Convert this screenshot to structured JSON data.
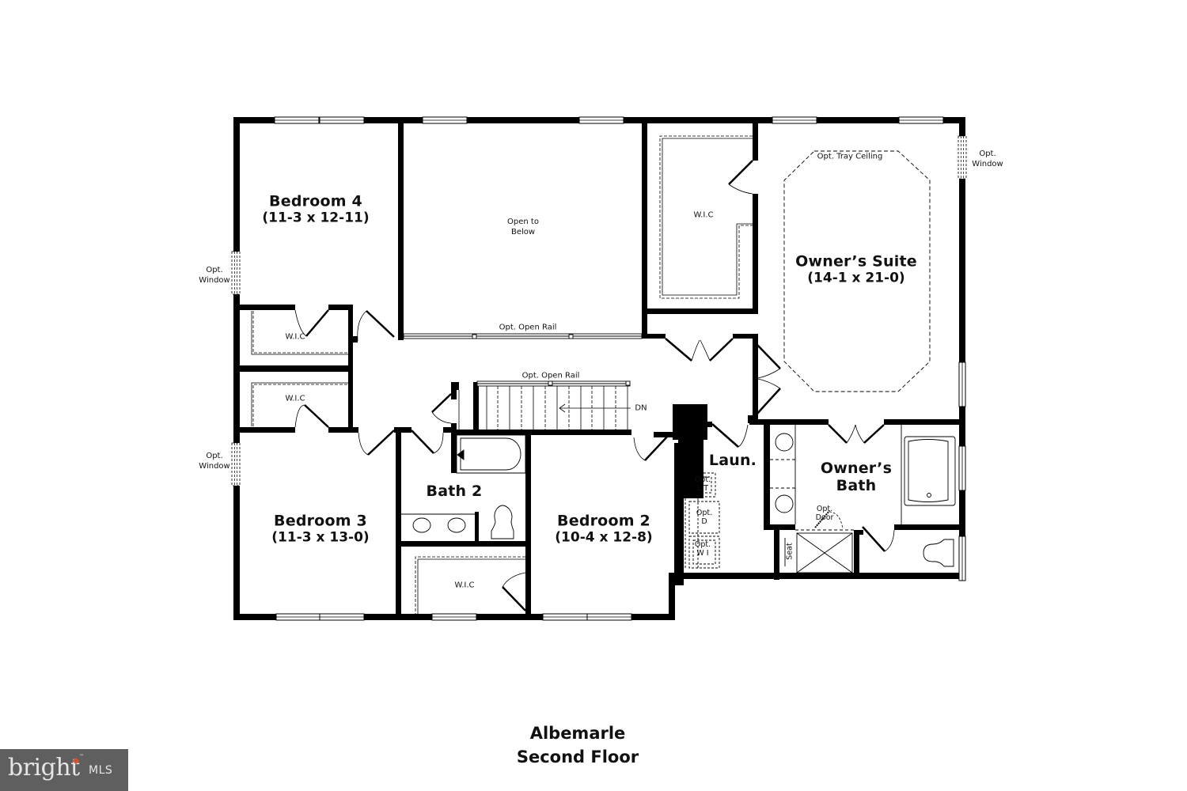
{
  "plan": {
    "model_name": "Albemarle",
    "floor_name": "Second Floor"
  },
  "rooms": {
    "bedroom4": {
      "name": "Bedroom 4",
      "dims": "(11-3 x 12-11)"
    },
    "open_to_below": {
      "line1": "Open to",
      "line2": "Below"
    },
    "owners_suite": {
      "name": "Owner’s Suite",
      "dims": "(14-1 x 21-0)"
    },
    "bedroom3": {
      "name": "Bedroom 3",
      "dims": "(11-3 x 13-0)"
    },
    "bath2": {
      "name": "Bath 2"
    },
    "bedroom2": {
      "name": "Bedroom 2",
      "dims": "(10-4 x 12-8)"
    },
    "laundry": {
      "name": "Laun."
    },
    "owners_bath": {
      "line1": "Owner’s",
      "line2": "Bath"
    }
  },
  "annotations": {
    "wic_bed4": "W.I.C",
    "wic_bed3": "W.I.C",
    "wic_owner": "W.I.C",
    "wic_bed2": "W.I.C",
    "opt_open_rail_upper": "Opt. Open Rail",
    "opt_open_rail_stair": "Opt. Open Rail",
    "stair_direction": "DN",
    "opt_tray_ceiling": "Opt. Tray Ceiling",
    "opt_window_right": {
      "line1": "Opt.",
      "line2": "Window"
    },
    "opt_window_left_upper": {
      "line1": "Opt.",
      "line2": "Window"
    },
    "opt_window_left_lower": {
      "line1": "Opt.",
      "line2": "Window"
    },
    "opt_lt": {
      "line1": "Opt.",
      "line2": "L.T"
    },
    "opt_d": {
      "line1": "Opt.",
      "line2": "D"
    },
    "opt_wi": {
      "line1": "Opt.",
      "line2": "W I"
    },
    "opt_door": {
      "line1": "Opt.",
      "line2": "Door"
    },
    "seat": "Seat"
  },
  "watermark": {
    "brand": "bright",
    "suffix": "MLS",
    "tm": "™",
    "background": "#5f5f5f",
    "accent": "#d0532f"
  },
  "colors": {
    "wall": "#000000",
    "background": "#ffffff",
    "text": "#111111"
  }
}
